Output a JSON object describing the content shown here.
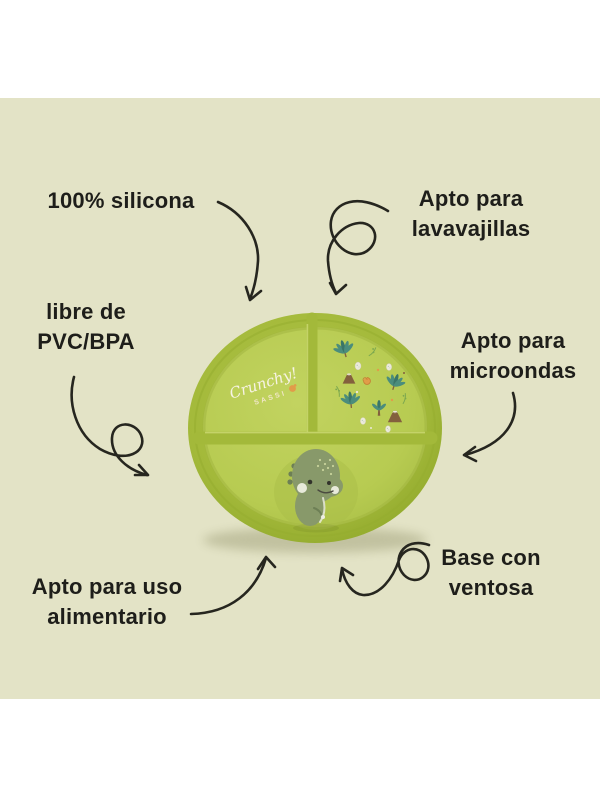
{
  "labels": {
    "silicona": {
      "text": "100% silicona"
    },
    "lavavajillas": {
      "line1": "Apto para",
      "line2": "lavavajillas"
    },
    "pvc": {
      "line1": "libre de",
      "line2": "PVC/BPA"
    },
    "microondas": {
      "line1": "Apto para",
      "line2": "microondas"
    },
    "alimentario": {
      "line1": "Apto para uso",
      "line2": "alimentario"
    },
    "ventosa": {
      "line1": "Base con",
      "line2": "ventosa"
    }
  },
  "plate": {
    "brand_script": "Crunchy!",
    "brand_name": "SASSI"
  },
  "colors": {
    "bg": "#ffffff",
    "panel": "#e3e3c6",
    "text": "#1e1e1a",
    "arrow": "#26261f",
    "plate_rim": "#a3b93a",
    "plate_rim_dark": "#92aa2d",
    "plate_rim_light": "#b0c446",
    "floor": "#b7cb51",
    "floor_light": "#c2d360",
    "wall_highlight": "#cdda74",
    "dino_body": "#88996a",
    "dino_dark": "#6d7f55",
    "dino_spot": "#c7d29b",
    "cheek": "#edeee1",
    "eye": "#32322b",
    "teal": "#4b8d7c",
    "teal_dark": "#3a7568",
    "brown": "#83603d",
    "orange": "#e19c49",
    "egg": "#eceadb",
    "leaf_green": "#7da84f",
    "brand_white": "#f7f3e4",
    "brand_cream": "#f0e6c6"
  }
}
